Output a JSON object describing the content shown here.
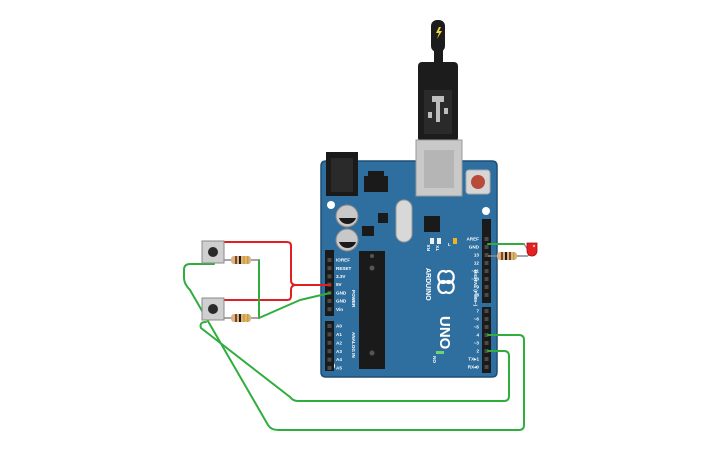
{
  "board": {
    "brand": "ARDUINO",
    "model": "UNO",
    "power_header_title": "POWER",
    "analog_header_title": "ANALOG IN",
    "digital_header_title": "DIGITAL (PWM~)",
    "on_label": "ON",
    "tx_label": "TX",
    "rx_label": "RX",
    "l_label": "L",
    "power_pins": [
      "IOREF",
      "RESET",
      "3.3V",
      "5V",
      "GND",
      "GND",
      "Vin"
    ],
    "analog_pins": [
      "A0",
      "A1",
      "A2",
      "A3",
      "A4",
      "A5"
    ],
    "digital_top_pins": [
      "AREF",
      "GND",
      "13",
      "12",
      "~11",
      "~10",
      "~9",
      "8"
    ],
    "digital_bottom_pins": [
      "7",
      "~6",
      "~5",
      "4",
      "~3",
      "2",
      "TX▸1",
      "RX◂0"
    ]
  },
  "colors": {
    "board": "#2f6f9f",
    "board_edge": "#1e4f75",
    "header": "#1a1a1a",
    "wire_red": "#e02020",
    "wire_green": "#2fae3d",
    "resistor_body": "#d8b48a",
    "led_red": "#e52020",
    "usb_plug": "#1c1c1c",
    "usb_port": "#c9c9c9"
  },
  "icons": {
    "usb_cable": "usb-cable-icon",
    "bolt": "lightning-bolt-icon",
    "logo": "arduino-infinity-logo-icon"
  }
}
